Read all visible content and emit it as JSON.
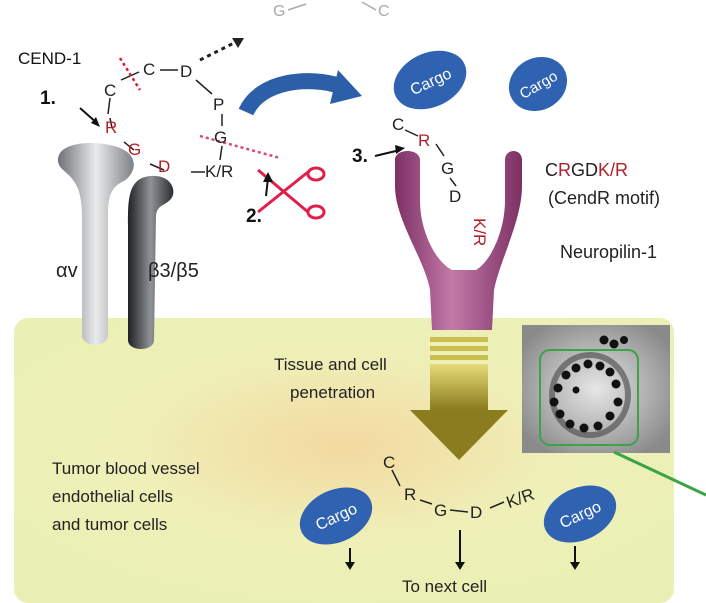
{
  "cend1_label": "CEND-1",
  "step1": "1.",
  "step2": "2.",
  "step3": "3.",
  "peptide_top": {
    "c1": "C",
    "c2": "C",
    "d": "D",
    "p": "P",
    "g": "G",
    "kr": "K/R",
    "r": "R",
    "g2": "G",
    "d2": "D"
  },
  "fragment": {
    "g": "G",
    "c": "C"
  },
  "bound_peptide": {
    "c": "C",
    "r": "R",
    "g": "G",
    "d": "D",
    "kr": "K/R"
  },
  "released_peptide": {
    "c": "C",
    "r": "R",
    "g": "G",
    "d": "D",
    "kr": "K/R"
  },
  "integrins": {
    "alpha": "αv",
    "beta": "β3/β5"
  },
  "cargo_label": "Cargo",
  "motif": {
    "line1_c": "C",
    "line1_r": "R",
    "line1_gd": "GD",
    "line1_kr": "K/R",
    "line2": "(CendR motif)"
  },
  "neuropilin": "Neuropilin-1",
  "penetration": {
    "line1": "Tissue and cell",
    "line2": "penetration"
  },
  "tumor": {
    "line1": "Tumor blood vessel",
    "line2": "endothelial cells",
    "line3": "and tumor cells"
  },
  "next_cell": "To next cell",
  "colors": {
    "red": "#b3202a",
    "cargo": "#2f62b0",
    "membrane": "#eef0b0",
    "neuropilin": "#a04a82",
    "arrow": "#c5b43a",
    "outline": "#3aa447"
  }
}
